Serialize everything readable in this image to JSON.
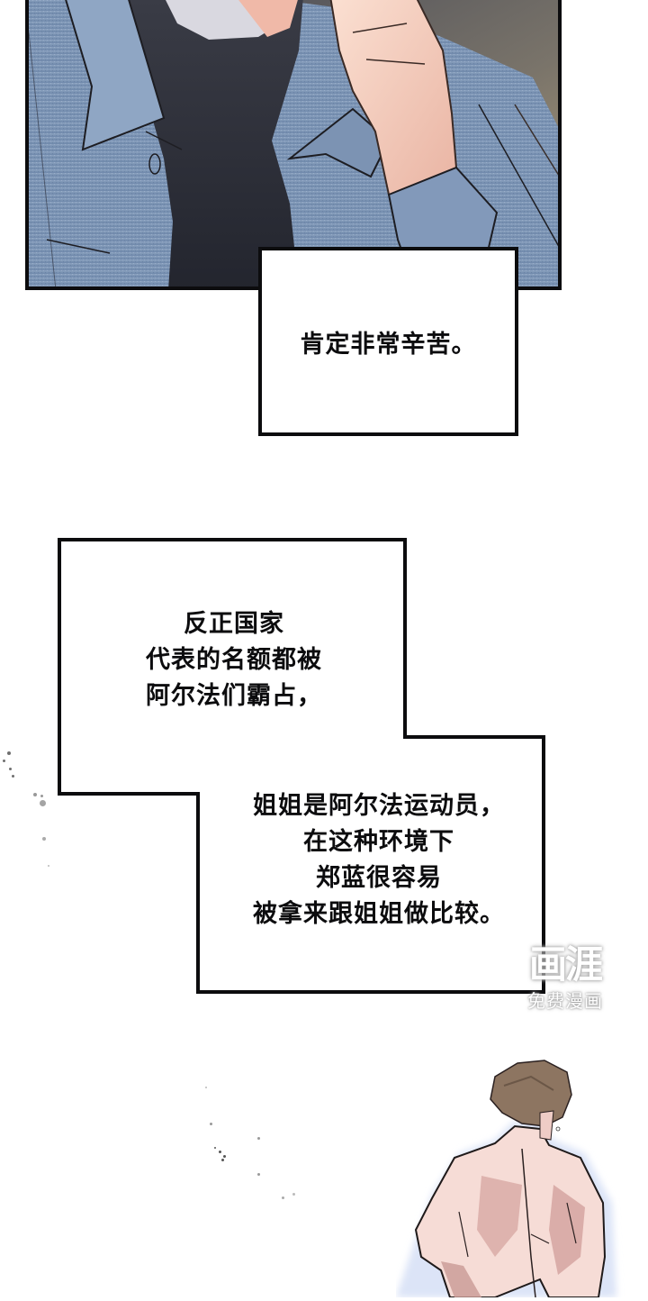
{
  "page": {
    "type": "webcomic-page",
    "background": "#ffffff"
  },
  "panels": {
    "top_panel": {
      "description": "close-up of torso in blue denim shirt over dark t-shirt, hand raised to face",
      "colors": {
        "shirt": "#7b93b4",
        "tshirt": "#2b2d37",
        "skin": "#f1c7b8",
        "background": "#6e6a66",
        "border": "#0c0c0e"
      }
    },
    "bottom_figure": {
      "description": "shirtless man with brown hair seen from behind",
      "colors": {
        "skin": "#f5d9d2",
        "shadow": "#c99a95",
        "hair": "#8b7460",
        "glow": "#dfe6f7"
      }
    }
  },
  "captions": [
    {
      "id": "caption-1",
      "lines": [
        "肯定非常辛苦。"
      ]
    },
    {
      "id": "caption-2",
      "lines": [
        "反正国家",
        "代表的名额都被",
        "阿尔法们霸占，"
      ]
    },
    {
      "id": "caption-3",
      "lines": [
        "姐姐是阿尔法运动员，",
        "在这种环境下",
        "郑蓝很容易",
        "被拿来跟姐姐做比较。"
      ]
    }
  ],
  "watermark": {
    "logo": "画涯",
    "subtitle": "免费漫画"
  }
}
